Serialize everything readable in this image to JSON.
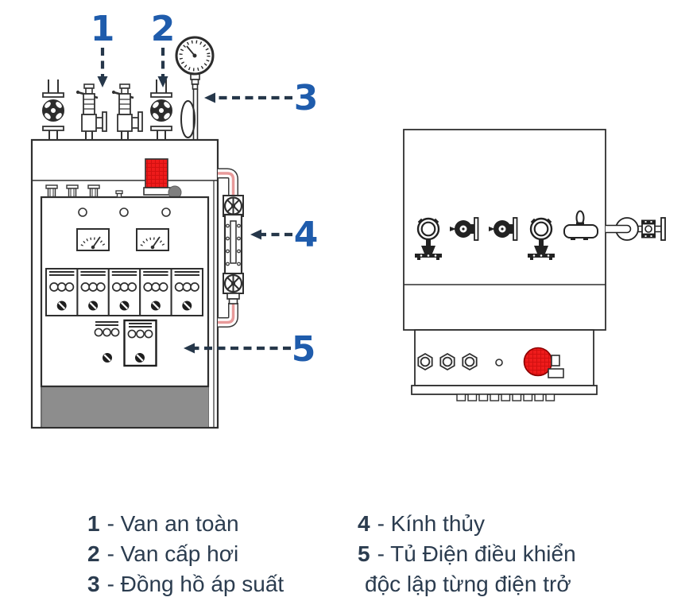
{
  "callouts": [
    {
      "label": "1",
      "target": "safety-valve"
    },
    {
      "label": "2",
      "target": "steam-supply-valve"
    },
    {
      "label": "3",
      "target": "pressure-gauge"
    },
    {
      "label": "4",
      "target": "sight-glass"
    },
    {
      "label": "5",
      "target": "control-cabinet"
    }
  ],
  "legend": {
    "col1": [
      {
        "num": "1",
        "rest": "- Van an toàn"
      },
      {
        "num": "2",
        "rest": "- Van cấp hơi"
      },
      {
        "num": "3",
        "rest": "- Đồng hồ áp suất"
      }
    ],
    "col2": [
      {
        "num": "4",
        "rest": "- Kính thủy"
      },
      {
        "num": "5",
        "rest": "- Tủ Điện điều khiển"
      },
      {
        "num": "",
        "rest": "độc lập từng điện trở"
      }
    ]
  },
  "colors": {
    "accent_blue": "#1f5cac",
    "arrow_navy": "#26374a",
    "legend_text": "#2b3c4f",
    "alarm_red": "#ee1b1b",
    "pipe_pink": "#e89a9a",
    "base_gray": "#8d8d8d",
    "line": "#383838"
  }
}
